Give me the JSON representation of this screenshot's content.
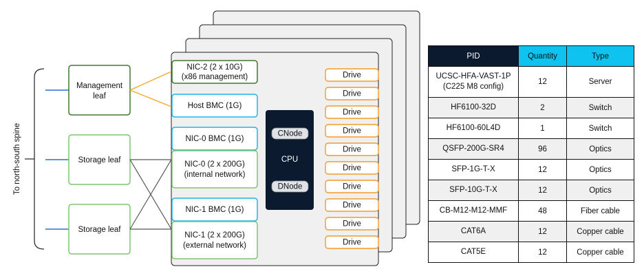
{
  "spine_label": "To north-south spine",
  "leaves": {
    "management": "Management leaf",
    "storage_top": "Storage leaf",
    "storage_bottom": "Storage leaf"
  },
  "ports": {
    "nic2": [
      "NIC-2 (2 x 10G)",
      "(x86 management)"
    ],
    "host_bmc": "Host BMC (1G)",
    "nic0_bmc": "NIC-0 BMC (1G)",
    "nic0": [
      "NIC-0 (2 x 200G)",
      "(internal network)"
    ],
    "nic1_bmc": "NIC-1 BMC (1G)",
    "nic1": [
      "NIC-1 (2 x 200G)",
      "(external network)"
    ]
  },
  "cpu": {
    "label": "CPU",
    "cnode": "CNode",
    "dnode": "DNode"
  },
  "drives": [
    "Drive",
    "Drive",
    "Drive",
    "Drive",
    "Drive",
    "Drive",
    "Drive",
    "Drive",
    "Drive",
    "Drive"
  ],
  "colors": {
    "management_green": "#3a7a2c",
    "storage_green": "#7cc66f",
    "bmc_blue": "#1fb6e6",
    "drive_orange": "#f39a2b",
    "mgmt_link_orange": "#f5a623",
    "spine_link_blue": "#2a6fd6",
    "cpu_dark": "#0b1a2e",
    "chassis_fill": "#f0f0f0"
  },
  "table": {
    "headers": [
      "PID",
      "Quantity",
      "Type"
    ],
    "rows": [
      [
        "UCSC-HFA-VAST-1P\n(C225 M8 config)",
        "12",
        "Server"
      ],
      [
        "HF6100-32D",
        "2",
        "Switch"
      ],
      [
        "HF6100-60L4D",
        "1",
        "Switch"
      ],
      [
        "QSFP-200G-SR4",
        "96",
        "Optics"
      ],
      [
        "SFP-1G-T-X",
        "12",
        "Optics"
      ],
      [
        "SFP-10G-T-X",
        "12",
        "Optics"
      ],
      [
        "CB-M12-M12-MMF",
        "48",
        "Fiber cable"
      ],
      [
        "CAT6A",
        "12",
        "Copper cable"
      ],
      [
        "CAT5E",
        "12",
        "Copper cable"
      ]
    ]
  }
}
